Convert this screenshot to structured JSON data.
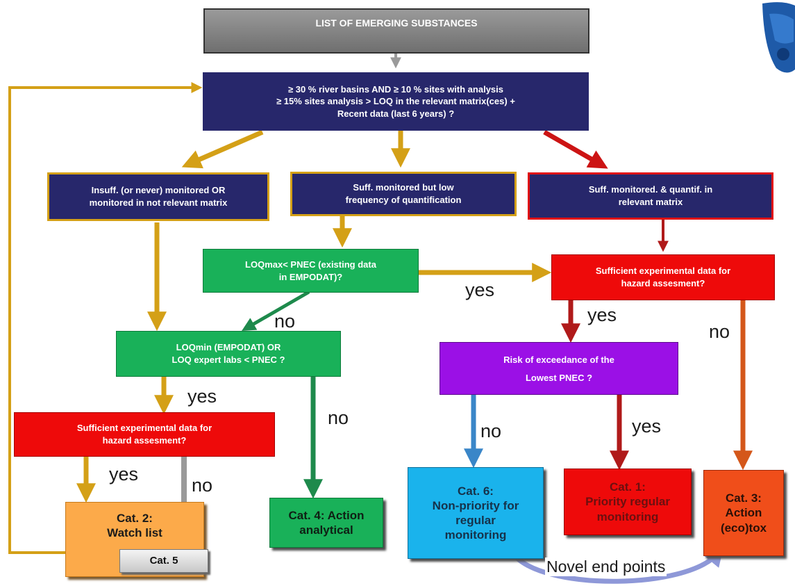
{
  "nodes": {
    "list": "LIST OF EMERGING SUBSTANCES",
    "criteria": "≥ 30 % river basins AND ≥ 10 % sites with analysis\n≥ 15% sites analysis > LOQ in the relevant matrix(ces) +\nRecent data (last 6 years) ?",
    "insuff": "Insuff. (or never) monitored OR\nmonitored in not relevant matrix",
    "suff_low": "Suff. monitored but low\nfrequency of quantification",
    "suff_quant": "Suff. monitored. & quantif. in\nrelevant matrix",
    "loqmax": "LOQmax< PNEC (existing data\nin EMPODAT)?",
    "hazard_right": "Sufficient experimental data for\nhazard assesment?",
    "loqmin": "LOQmin (EMPODAT) OR\nLOQ expert labs < PNEC ?",
    "risk": "Risk of exceedance of the\n\nLowest PNEC ?",
    "hazard_left": "Sufficient experimental data for\nhazard assesment?",
    "cat2": "Cat. 2:\nWatch list",
    "cat5": "Cat. 5",
    "cat4": "Cat. 4: Action\nanalytical",
    "cat6": "Cat. 6:\nNon-priority for\nregular\nmonitoring",
    "cat1": "Cat. 1:\nPriority regular\nmonitoring",
    "cat3": "Cat. 3:\nAction\n(eco)tox"
  },
  "edge_labels": {
    "loqmax_yes": "yes",
    "loqmax_no": "no",
    "hazard_right_yes": "yes",
    "hazard_right_no": "no",
    "loqmin_yes": "yes",
    "loqmin_no": "no",
    "risk_no": "no",
    "risk_yes": "yes",
    "hazard_left_yes": "yes",
    "hazard_left_no": "no"
  },
  "novel": "Novel end points",
  "colors": {
    "navy": "#27276b",
    "gold": "#d4a017",
    "red": "#ee0a0a",
    "green": "#19b159",
    "darkgreen": "#1e8a4c",
    "purple": "#9b10e6",
    "darkred": "#b01a1a",
    "rust": "#d4571a",
    "blue": "#3a86c8",
    "gray": "#9a9a9a",
    "lilac": "#8e98d8"
  }
}
